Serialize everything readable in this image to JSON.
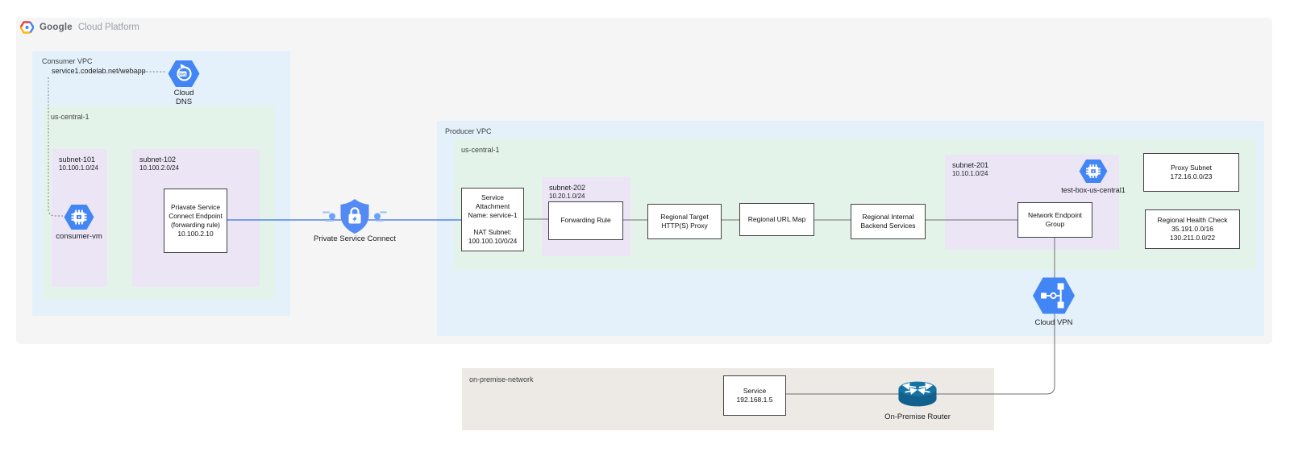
{
  "brand": {
    "google": "Google",
    "suffix": "Cloud Platform"
  },
  "consumer_vpc": {
    "label": "Consumer VPC",
    "dns_record": "service1.codelab.net/webapp",
    "cloud_dns_label_lines": [
      "Cloud",
      "DNS"
    ],
    "region": {
      "label": "us-central-1",
      "subnet_101": {
        "name": "subnet-101",
        "cidr": "10.100.1.0/24"
      },
      "consumer_vm_label": "consumer-vm",
      "subnet_102": {
        "name": "subnet-102",
        "cidr": "10.100.2.0/24"
      },
      "psc_endpoint_lines": [
        "Priavate Service",
        "Connect Endpoint",
        "(forwarding rule)",
        "10.100.2.10"
      ]
    }
  },
  "psc_icon_label": "Private Service Connect",
  "producer_vpc": {
    "label": "Producer VPC",
    "region": {
      "label": "us-central-1",
      "service_attachment": {
        "top_lines": [
          "Service",
          "Attachment",
          "Name: service-1"
        ],
        "bottom_lines": [
          "NAT Subnet:",
          "100.100.10/0/24"
        ]
      },
      "subnet_202": {
        "name": "subnet-202",
        "cidr": "10.20.1.0/24"
      },
      "forwarding_rule_label": "Forwarding Rule",
      "target_proxy_lines": [
        "Regional Target",
        "HTTP(S) Proxy"
      ],
      "url_map_label": "Regional URL Map",
      "backend_services_lines": [
        "Regional Internal",
        "Backend Services"
      ],
      "subnet_201": {
        "name": "subnet-201",
        "cidr": "10.10.1.0/24"
      },
      "test_box_label": "test-box-us-central1",
      "neg_lines": [
        "Network Endpoint",
        "Group"
      ],
      "proxy_subnet_lines": [
        "Proxy Subnet",
        "172.16.0.0/23"
      ],
      "health_check_lines": [
        "Regional Health Check",
        "35.191.0.0/16",
        "130.211.0.0/22"
      ]
    },
    "cloud_vpn_label": "Cloud VPN"
  },
  "on_premise": {
    "label": "on-premise-network",
    "service_lines": [
      "Service",
      "192.168.1.5"
    ],
    "router_label": "On-Premise Router"
  },
  "colors": {
    "panel_gray": "#f5f5f6",
    "vpc_blue": "#e4f1fb",
    "region_green": "#e4f3e9",
    "subnet_purple": "#ebe5f5",
    "on_premise_beige": "#edeae5",
    "icon_blue": "#4285f4",
    "shield_blue": "#548af3",
    "line_blue": "#4e86ec",
    "line_gray": "#6f6f6f",
    "router_teal": "#11608d"
  }
}
